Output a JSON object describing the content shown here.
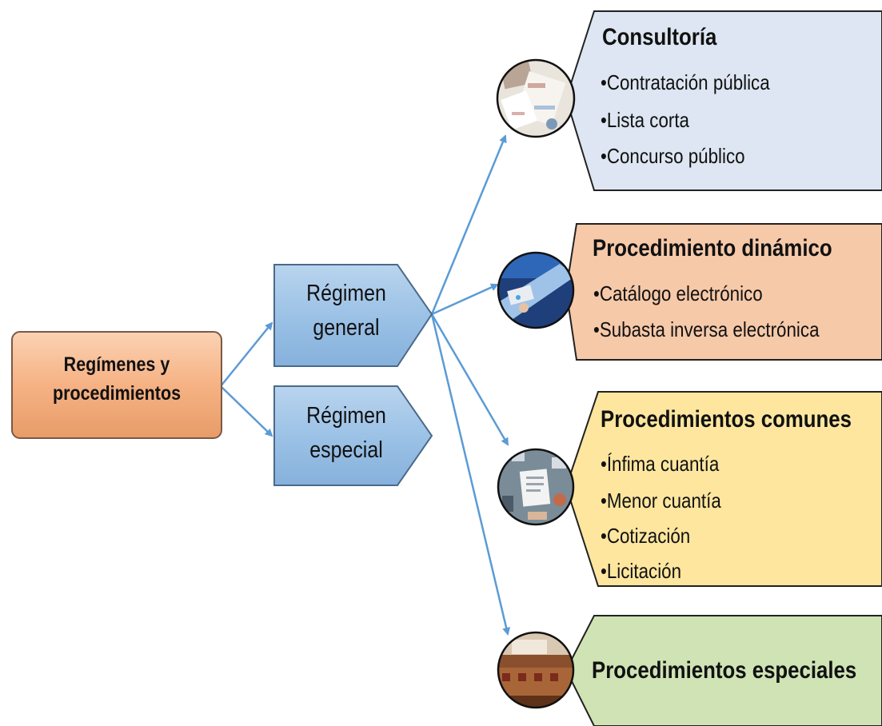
{
  "root": {
    "line1": "Regímenes y",
    "line2": "procedimientos"
  },
  "regimes": [
    {
      "line1": "Régimen",
      "line2": "general"
    },
    {
      "line1": "Régimen",
      "line2": "especial"
    }
  ],
  "cards": [
    {
      "title": "Consultoría",
      "items": [
        "•Contratación pública",
        "•Lista corta",
        "•Concurso público"
      ],
      "color": "#dde6f2",
      "photo": "meeting-papers-photo"
    },
    {
      "title": "Procedimiento dinámico",
      "items": [
        "•Catálogo electrónico",
        "•Subasta inversa electrónica"
      ],
      "color": "#f6c9a9",
      "photo": "handshake-photo"
    },
    {
      "title": "Procedimientos comunes",
      "items": [
        "•Ínfima cuantía",
        "•Menor cuantía",
        "•Cotización",
        "•Licitación"
      ],
      "color": "#fee69f",
      "photo": "desk-documents-photo"
    },
    {
      "title": "Procedimientos especiales",
      "items": [],
      "color": "#cfe3b4",
      "photo": "conference-room-photo"
    }
  ],
  "colors": {
    "root_fill": "#f6b284",
    "regime_fill": "#9cc2e6",
    "connector": "#5b9bd5",
    "outline": "#222222"
  }
}
